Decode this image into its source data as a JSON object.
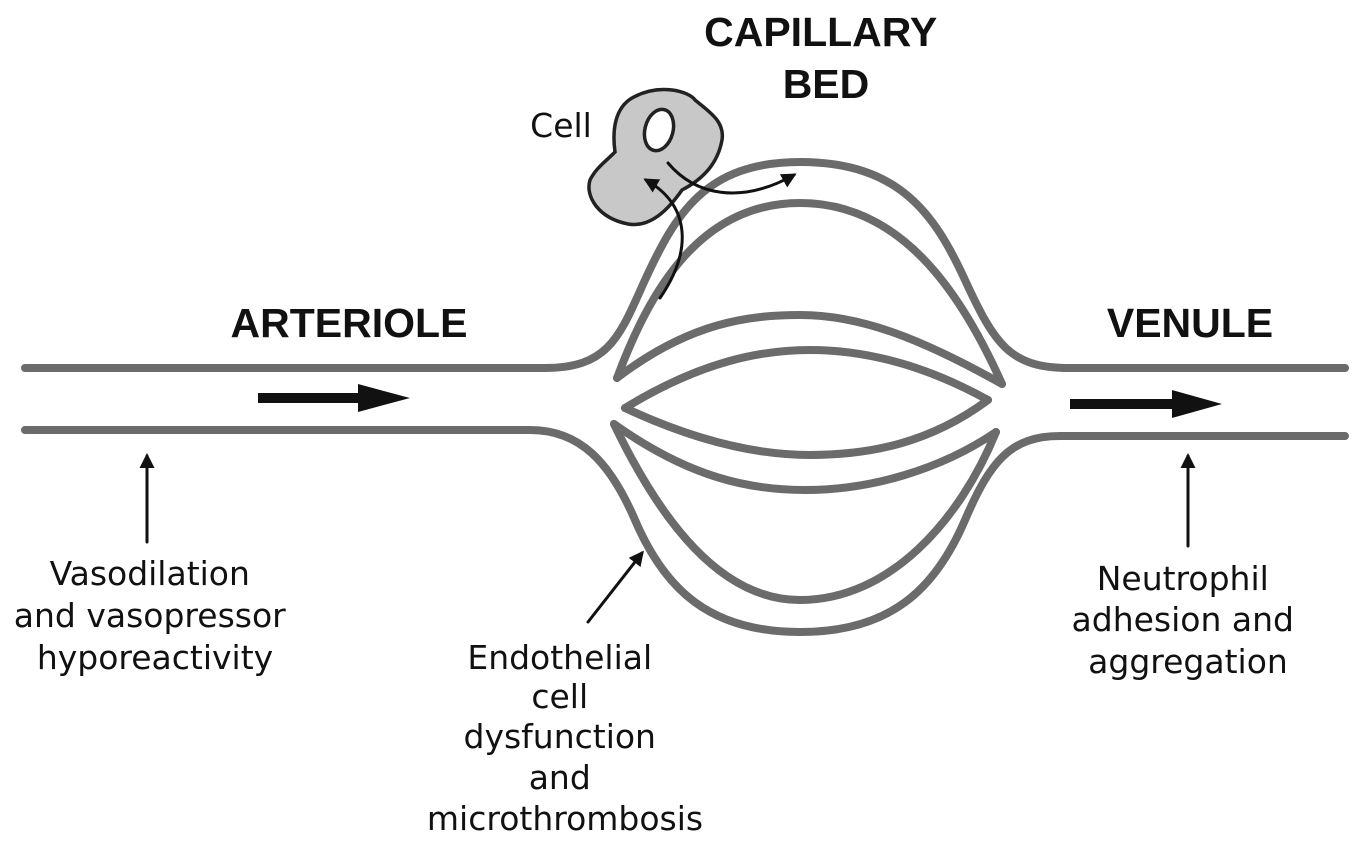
{
  "labels": {
    "capillary_bed": [
      "CAPILLARY",
      "BED"
    ],
    "arteriole": "ARTERIOLE",
    "venule": "VENULE",
    "cell": "Cell"
  },
  "annotations": {
    "vasodilation": [
      "Vasodilation",
      "and vasopressor",
      "hyporeactivity"
    ],
    "endothelial": [
      "Endothelial",
      "cell",
      "dysfunction",
      "and",
      "microthrombosis"
    ],
    "neutrophil": [
      "Neutrophil",
      "adhesion and",
      "aggregation"
    ]
  },
  "colors": {
    "vessel_wall": "#6b6b6b",
    "cell_fill": "#c8c8c8",
    "ink": "#111111"
  }
}
